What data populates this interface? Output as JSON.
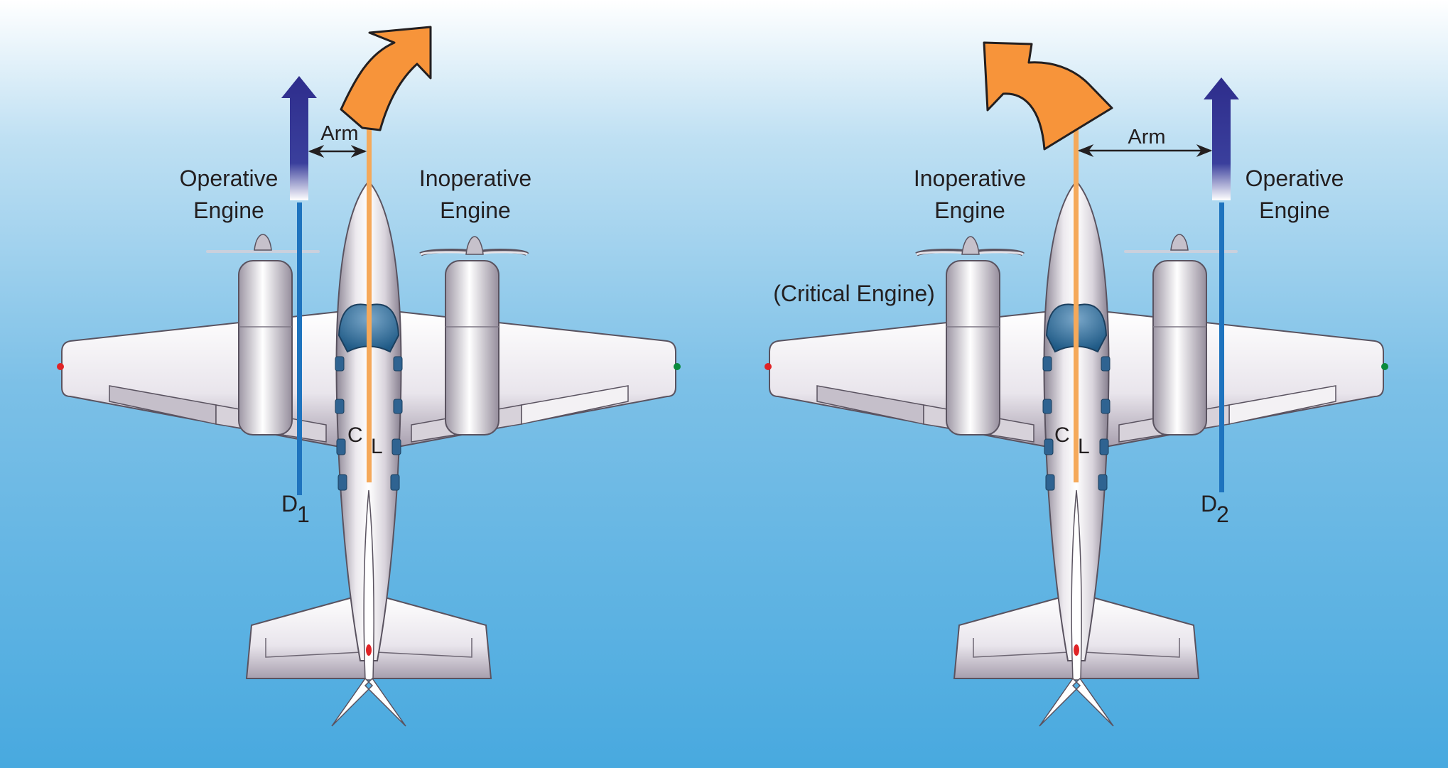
{
  "colors": {
    "sky_top": "#ffffff",
    "sky_bottom": "#48a9df",
    "orange": "#f7943a",
    "centerline": "#f5a95a",
    "thrust_arrow": "#2e2d8c",
    "drag_line": "#1e73be",
    "text": "#231f20"
  },
  "left_panel": {
    "operative_label_line1": "Operative",
    "operative_label_line2": "Engine",
    "inoperative_label_line1": "Inoperative",
    "inoperative_label_line2": "Engine",
    "arm_label": "Arm",
    "drag_label": "D",
    "drag_subscript": "1",
    "centerline_c": "C",
    "centerline_l": "L"
  },
  "right_panel": {
    "operative_label_line1": "Operative",
    "operative_label_line2": "Engine",
    "inoperative_label_line1": "Inoperative",
    "inoperative_label_line2": "Engine",
    "critical_label": "(Critical Engine)",
    "arm_label": "Arm",
    "drag_label": "D",
    "drag_subscript": "2",
    "centerline_c": "C",
    "centerline_l": "L"
  }
}
